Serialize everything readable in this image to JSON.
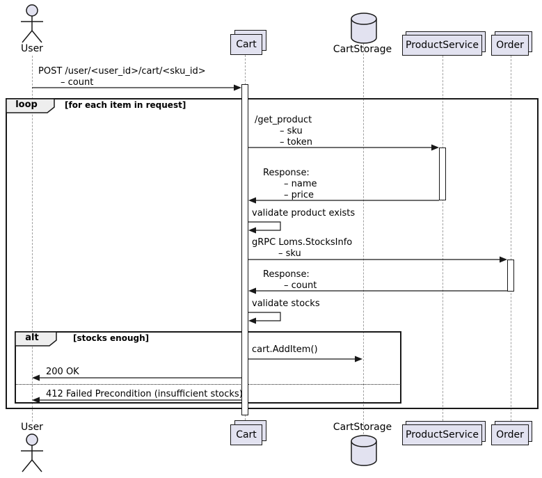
{
  "diagram_type": "uml-sequence",
  "colors": {
    "participant_fill": "#E2E2F0",
    "border": "#181818",
    "frame_label_fill": "#EEEEEE",
    "lifeline": "#A0A0A0",
    "background": "#FFFFFF"
  },
  "participants": {
    "user": {
      "label": "User",
      "type": "actor"
    },
    "cart": {
      "label": "Cart",
      "type": "collections"
    },
    "cart_storage": {
      "label": "CartStorage",
      "type": "database"
    },
    "product_service": {
      "label": "ProductService",
      "type": "collections"
    },
    "order": {
      "label": "Order",
      "type": "collections"
    }
  },
  "frames": {
    "loop": {
      "keyword": "loop",
      "condition": "[for each item in request]"
    },
    "alt": {
      "keyword": "alt",
      "condition": "[stocks enough]"
    }
  },
  "messages": {
    "post": {
      "from": "User",
      "to": "Cart",
      "line1": "POST /user/<user_id>/cart/<sku_id>",
      "line2": "– count"
    },
    "get_product": {
      "from": "Cart",
      "to": "ProductService",
      "line1": "/get_product",
      "line2": "– sku",
      "line3": "– token"
    },
    "product_response": {
      "from": "ProductService",
      "to": "Cart",
      "line1": "Response:",
      "line2": "– name",
      "line3": "– price"
    },
    "validate_product": {
      "from": "Cart",
      "to": "Cart",
      "label": "validate product exists"
    },
    "grpc_stocks": {
      "from": "Cart",
      "to": "Order",
      "line1": "gRPC Loms.StocksInfo",
      "line2": "– sku"
    },
    "stocks_response": {
      "from": "Order",
      "to": "Cart",
      "line1": "Response:",
      "line2": "– count"
    },
    "validate_stocks": {
      "from": "Cart",
      "to": "Cart",
      "label": "validate stocks"
    },
    "add_item": {
      "from": "Cart",
      "to": "CartStorage",
      "label": "cart.AddItem()"
    },
    "ok": {
      "from": "Cart",
      "to": "User",
      "label": "200 OK"
    },
    "precondition_failed": {
      "from": "Cart",
      "to": "User",
      "label": "412 Failed Precondition (insufficient stocks)"
    }
  }
}
